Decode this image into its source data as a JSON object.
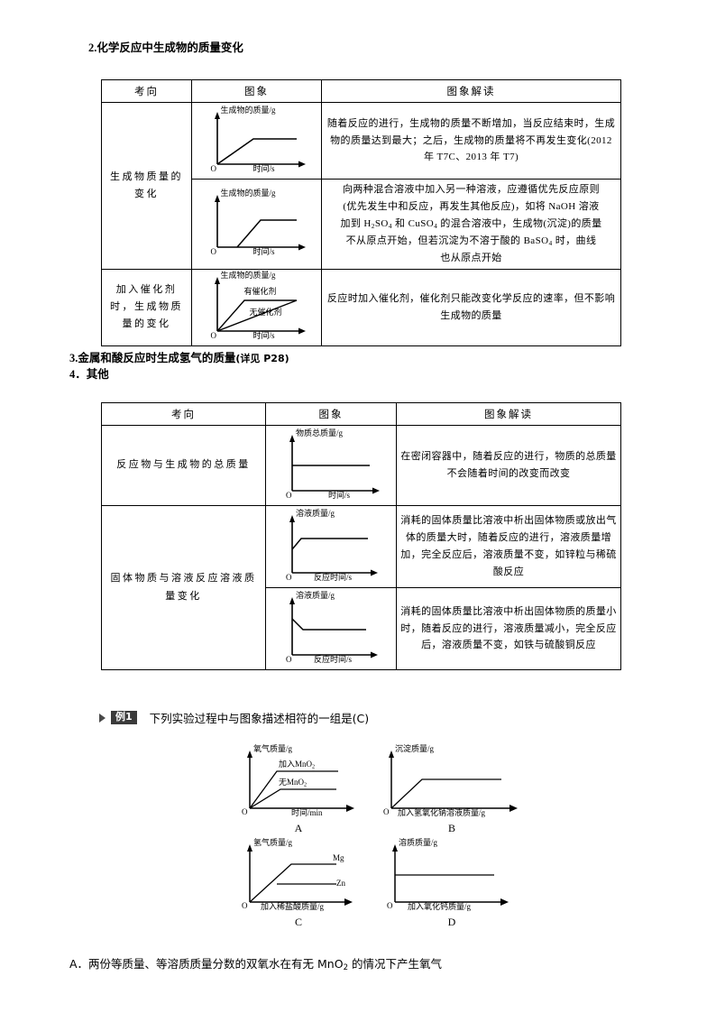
{
  "headings": {
    "h2": {
      "num": "2.",
      "text": "化学反应中生成物的质量变化"
    },
    "h3": {
      "num": "3.",
      "text": "金属和酸反应时生成氢气的质量",
      "tail": "(详见 P28)"
    },
    "h4": {
      "num": "4．",
      "text": "其他"
    }
  },
  "table1": {
    "headers": {
      "c1": "考向",
      "c2": "图象",
      "c3": "图象解读"
    },
    "rows": [
      {
        "kaoxiang": "生成物质量的变化",
        "graph": {
          "name": "product-mass-vs-time",
          "ylabel": "生成物的质量/g",
          "xlabel": "时间/s",
          "origin": "O",
          "series": [
            {
              "name": "生成物",
              "shape": "rise-then-plateau",
              "label": ""
            }
          ]
        },
        "reading": "随着反应的进行，生成物的质量不断增加，当反应结束时，生成物的质量达到最大；之后，生成物的质量将不再发生变化(2012 年 T7C、2013 年 T7)"
      },
      {
        "kaoxiang": "",
        "graph": {
          "name": "product-mass-delayed-start",
          "ylabel": "生成物的质量/g",
          "xlabel": "时间/s",
          "origin": "O",
          "series": [
            {
              "name": "生成物(沉淀)",
              "shape": "delay-rise-plateau",
              "label": ""
            }
          ]
        },
        "reading_parts": [
          "向两种混合溶液中加入另一种溶液，应遵循优先反应原则",
          "(优先发生中和反应，再发生其他反应)，如将 NaOH 溶液",
          "加到 H2SO4 和 CuSO4 的混合溶液中，生成物(沉淀)的质量",
          "不从原点开始，但若沉淀为不溶于酸的 BaSO4 时，曲线",
          "也从原点开始"
        ]
      },
      {
        "kaoxiang": "加入催化剂时，生成物质量的变化",
        "graph": {
          "name": "catalyst-comparison",
          "ylabel": "生成物的质量/g",
          "xlabel": "时间/s",
          "origin": "O",
          "series": [
            {
              "name": "有催化剂",
              "label": "有催化剂",
              "shape": "steep-rise-plateau"
            },
            {
              "name": "无催化剂",
              "label": "无催化剂",
              "shape": "shallow-rise-plateau"
            }
          ]
        },
        "reading": "反应时加入催化剂，催化剂只能改变化学反应的速率，但不影响生成物的质量"
      }
    ]
  },
  "table2": {
    "headers": {
      "c1": "考向",
      "c2": "图象",
      "c3": "图象解读"
    },
    "rows": [
      {
        "kaoxiang": "反应物与生成物的总质量",
        "graph": {
          "name": "total-mass-constant",
          "ylabel": "物质总质量/g",
          "xlabel": "时间/s",
          "origin": "O",
          "series": [
            {
              "name": "总质量",
              "shape": "flat",
              "label": ""
            }
          ]
        },
        "reading": "在密闭容器中，随着反应的进行，物质的总质量不会随着时间的改变而改变"
      },
      {
        "kaoxiang": "固体物质与溶液反应溶液质量变化",
        "graph": {
          "name": "solution-mass-increase",
          "ylabel": "溶液质量/g",
          "xlabel": "反应时间/s",
          "origin": "O",
          "series": [
            {
              "name": "溶液质量",
              "shape": "sharp-rise-plateau",
              "label": ""
            }
          ]
        },
        "reading": "消耗的固体质量比溶液中析出固体物质或放出气体的质量大时，随着反应的进行，溶液质量增加，完全反应后，溶液质量不变，如锌粒与稀硫酸反应"
      },
      {
        "kaoxiang": "",
        "graph": {
          "name": "solution-mass-decrease",
          "ylabel": "溶液质量/g",
          "xlabel": "反应时间/s",
          "origin": "O",
          "series": [
            {
              "name": "溶液质量",
              "shape": "sharp-drop-plateau",
              "label": ""
            }
          ]
        },
        "reading": "消耗的固体质量比溶液中析出固体物质的质量小时，随着反应的进行，溶液质量减小，完全反应后，溶液质量不变，如铁与硫酸铜反应"
      }
    ]
  },
  "example": {
    "badge": "例1",
    "stem": "下列实验过程中与图象描述相符的一组是(C)",
    "answer": "C",
    "figures": [
      {
        "caption": "A",
        "name": "fig-a-oxygen-vs-time",
        "ylabel": "氧气质量/g",
        "xlabel": "时间/min",
        "origin": "O",
        "series": [
          {
            "name": "加入MnO2",
            "label": "加入MnO",
            "sub": "2"
          },
          {
            "name": "无MnO2",
            "label": "无MnO",
            "sub": "2"
          }
        ]
      },
      {
        "caption": "B",
        "name": "fig-b-precipitate-vs-naoh",
        "ylabel": "沉淀质量/g",
        "xlabel": "加入氢氧化钠溶液质量/g",
        "origin": "O",
        "series": [
          {
            "name": "沉淀",
            "label": ""
          }
        ]
      },
      {
        "caption": "C",
        "name": "fig-c-hydrogen-vs-hcl",
        "ylabel": "氢气质量/g",
        "xlabel": "加入稀盐酸质量/g",
        "origin": "O",
        "series": [
          {
            "name": "Mg",
            "label": "Mg"
          },
          {
            "name": "Zn",
            "label": "Zn"
          }
        ]
      },
      {
        "caption": "D",
        "name": "fig-d-solute-vs-cao",
        "ylabel": "溶质质量/g",
        "xlabel": "加入氧化钙质量/g",
        "origin": "O",
        "series": [
          {
            "name": "溶质质量",
            "label": ""
          }
        ]
      }
    ]
  },
  "option_a": "A．两份等质量、等溶质质量分数的双氧水在有无 MnO2 的情况下产生氧气",
  "colors": {
    "ink": "#000000",
    "badge_bg": "#3a3a3a",
    "arrow": "#4a4a4a"
  }
}
